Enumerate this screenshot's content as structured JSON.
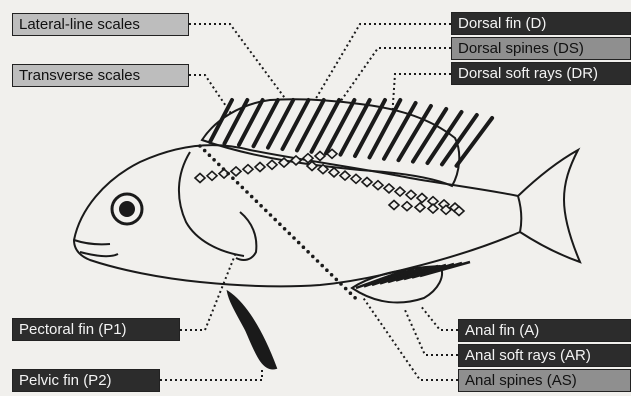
{
  "labels": {
    "lateral_line_scales": "Lateral-line scales",
    "transverse_scales": "Transverse scales",
    "dorsal_fin": "Dorsal fin (D)",
    "dorsal_spines": "Dorsal spines (DS)",
    "dorsal_soft_rays": "Dorsal soft rays (DR)",
    "pectoral_fin": "Pectoral fin (P1)",
    "pelvic_fin": "Pelvic fin (P2)",
    "anal_fin": "Anal fin (A)",
    "anal_soft_rays": "Anal soft rays (AR)",
    "anal_spines": "Anal spines (AS)"
  },
  "colors": {
    "light_label": "#bdbdbd",
    "mid_label": "#8f8f8f",
    "dark_label": "#2c2c2c",
    "ink": "#1a1a1a",
    "background": "#f1f0ed"
  }
}
